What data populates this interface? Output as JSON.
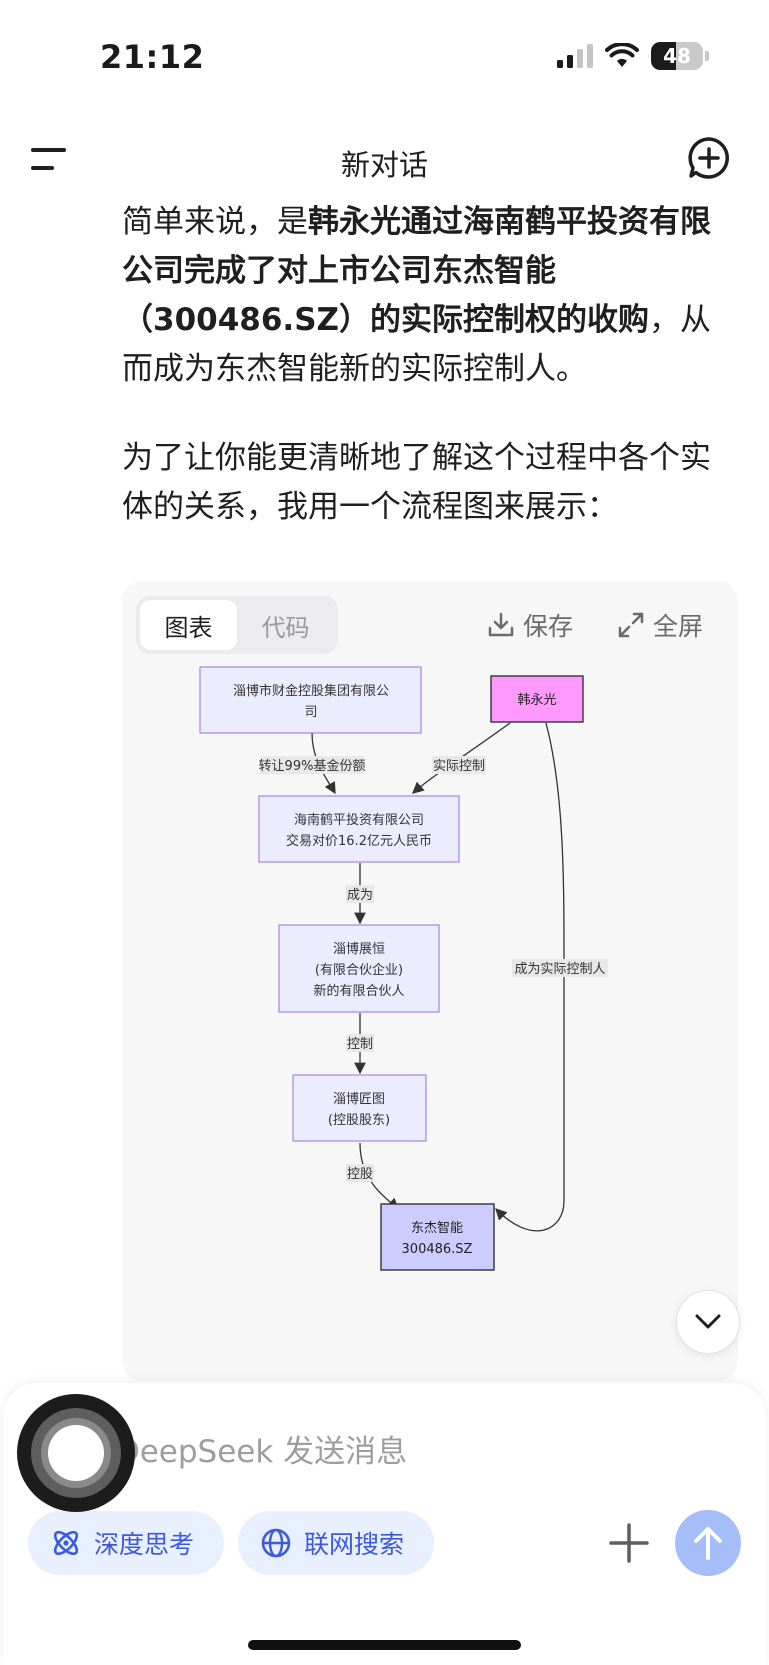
{
  "status_bar": {
    "time": "21:12",
    "battery": "48",
    "battery_level": 0.48
  },
  "header": {
    "title": "新对话",
    "menu_icon": "menu-icon",
    "new_chat_icon": "new-chat-icon"
  },
  "message": {
    "p1": {
      "prefix": "简单来说，是",
      "bold1": "韩永光通过海南鹤平投资有限公司完成了对上市公司东杰智能（300486.SZ）的实际控制权的收购",
      "mid": "，从而成为",
      "bold2": "东杰智能新的实际控制人",
      "suffix": "。"
    },
    "p2": "为了让你能更清晰地了解这个过程中各个实体的关系，我用一个流程图来展示："
  },
  "card": {
    "tabs": [
      {
        "label": "图表",
        "active": true
      },
      {
        "label": "代码",
        "active": false
      }
    ],
    "save_label": "保存",
    "fullscreen_label": "全屏"
  },
  "diagram": {
    "nodes": {
      "zibo_finance": [
        "淄博市财金控股集团有限公",
        "司"
      ],
      "han": [
        "韩永光"
      ],
      "hainan": [
        "海南鹤平投资有限公司",
        "交易对价16.2亿元人民币"
      ],
      "zhanheng": [
        "淄博展恒",
        "(有限合伙企业)",
        "新的有限合伙人"
      ],
      "jiangtu": [
        "淄博匠图",
        "(控股股东)"
      ],
      "dongjie": [
        "东杰智能",
        "300486.SZ"
      ]
    },
    "edges": {
      "transfer": "转让99%基金份额",
      "actual_control": "实际控制",
      "become": "成为",
      "control": "控制",
      "hold": "控股",
      "become_controller": "成为实际控制人"
    },
    "colors": {
      "node_fill": "#ececff",
      "node_stroke": "#9370db",
      "highlight_fill": "#ff99ff",
      "target_fill": "#ccccff"
    }
  },
  "composer": {
    "placeholder": "给 DeepSeek 发送消息",
    "deep_think_label": "深度思考",
    "web_search_label": "联网搜索"
  }
}
